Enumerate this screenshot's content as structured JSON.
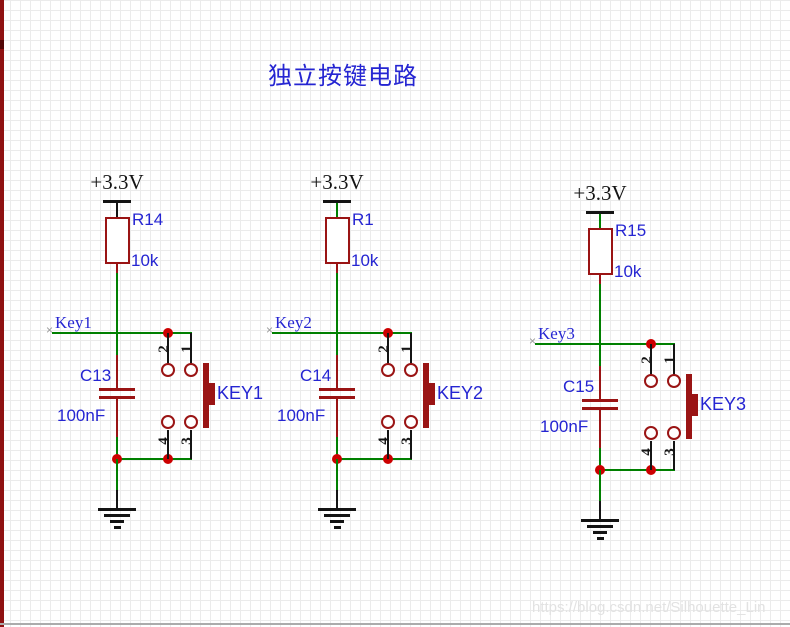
{
  "title": "独立按键电路",
  "watermark": "https://blog.csdn.net/Silhouette_Lin",
  "colors": {
    "wire_green": "#008000",
    "component_red": "#9a1414",
    "junction_red": "#cc0000",
    "text_blue": "#2525d2",
    "sheet_border_red": "#8f1111"
  },
  "icons": {
    "wire_end_cross": "×"
  },
  "pin_numbers": {
    "top_left": "2",
    "top_right": "1",
    "bottom_left": "4",
    "bottom_right": "3"
  },
  "circuits": [
    {
      "power_label": "+3.3V",
      "resistor_ref": "R14",
      "resistor_value": "10k",
      "net_label": "Key1",
      "capacitor_ref": "C13",
      "capacitor_value": "100nF",
      "key_ref": "KEY1"
    },
    {
      "power_label": "+3.3V",
      "resistor_ref": "R1",
      "resistor_value": "10k",
      "net_label": "Key2",
      "capacitor_ref": "C14",
      "capacitor_value": "100nF",
      "key_ref": "KEY2"
    },
    {
      "power_label": "+3.3V",
      "resistor_ref": "R15",
      "resistor_value": "10k",
      "net_label": "Key3",
      "capacitor_ref": "C15",
      "capacitor_value": "100nF",
      "key_ref": "KEY3"
    }
  ]
}
